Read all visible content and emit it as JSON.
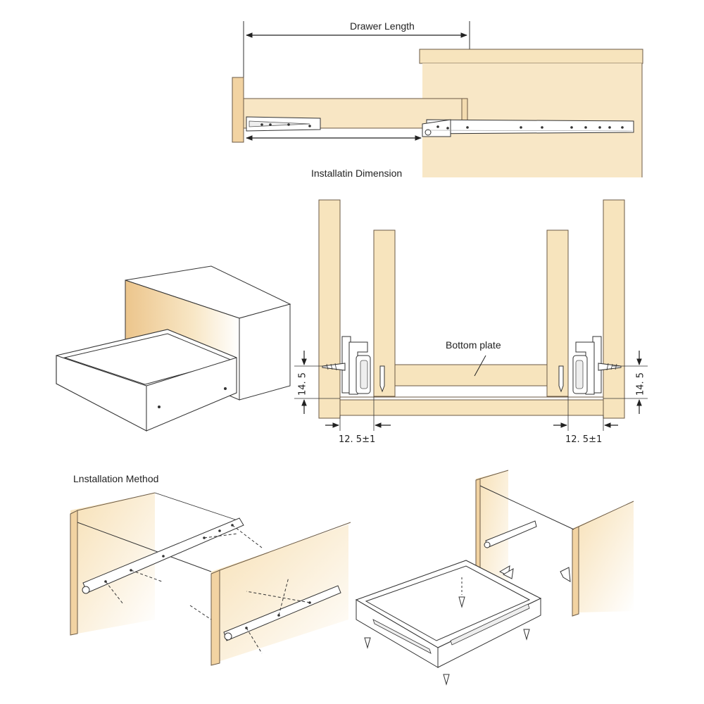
{
  "colors": {
    "wood": "#f7e4bd",
    "wood_dark": "#ecc892",
    "outline": "#6b5a45",
    "line": "#222222",
    "metal": "#ffffff"
  },
  "panel_top": {
    "drawer_length_label": "Drawer Length",
    "installation_dimension_label": "Installatin Dimension"
  },
  "panel_middle": {
    "bottom_plate_label": "Bottom plate",
    "height_left": "14. 5",
    "height_right": "14. 5",
    "offset_left": "12. 5±1",
    "offset_right": "12. 5±1"
  },
  "panel_bottom": {
    "installation_method_label": "Lnstallation Method"
  },
  "icons": [
    "screw-icon",
    "slide-rail-icon",
    "drawer-icon",
    "cabinet-icon"
  ]
}
